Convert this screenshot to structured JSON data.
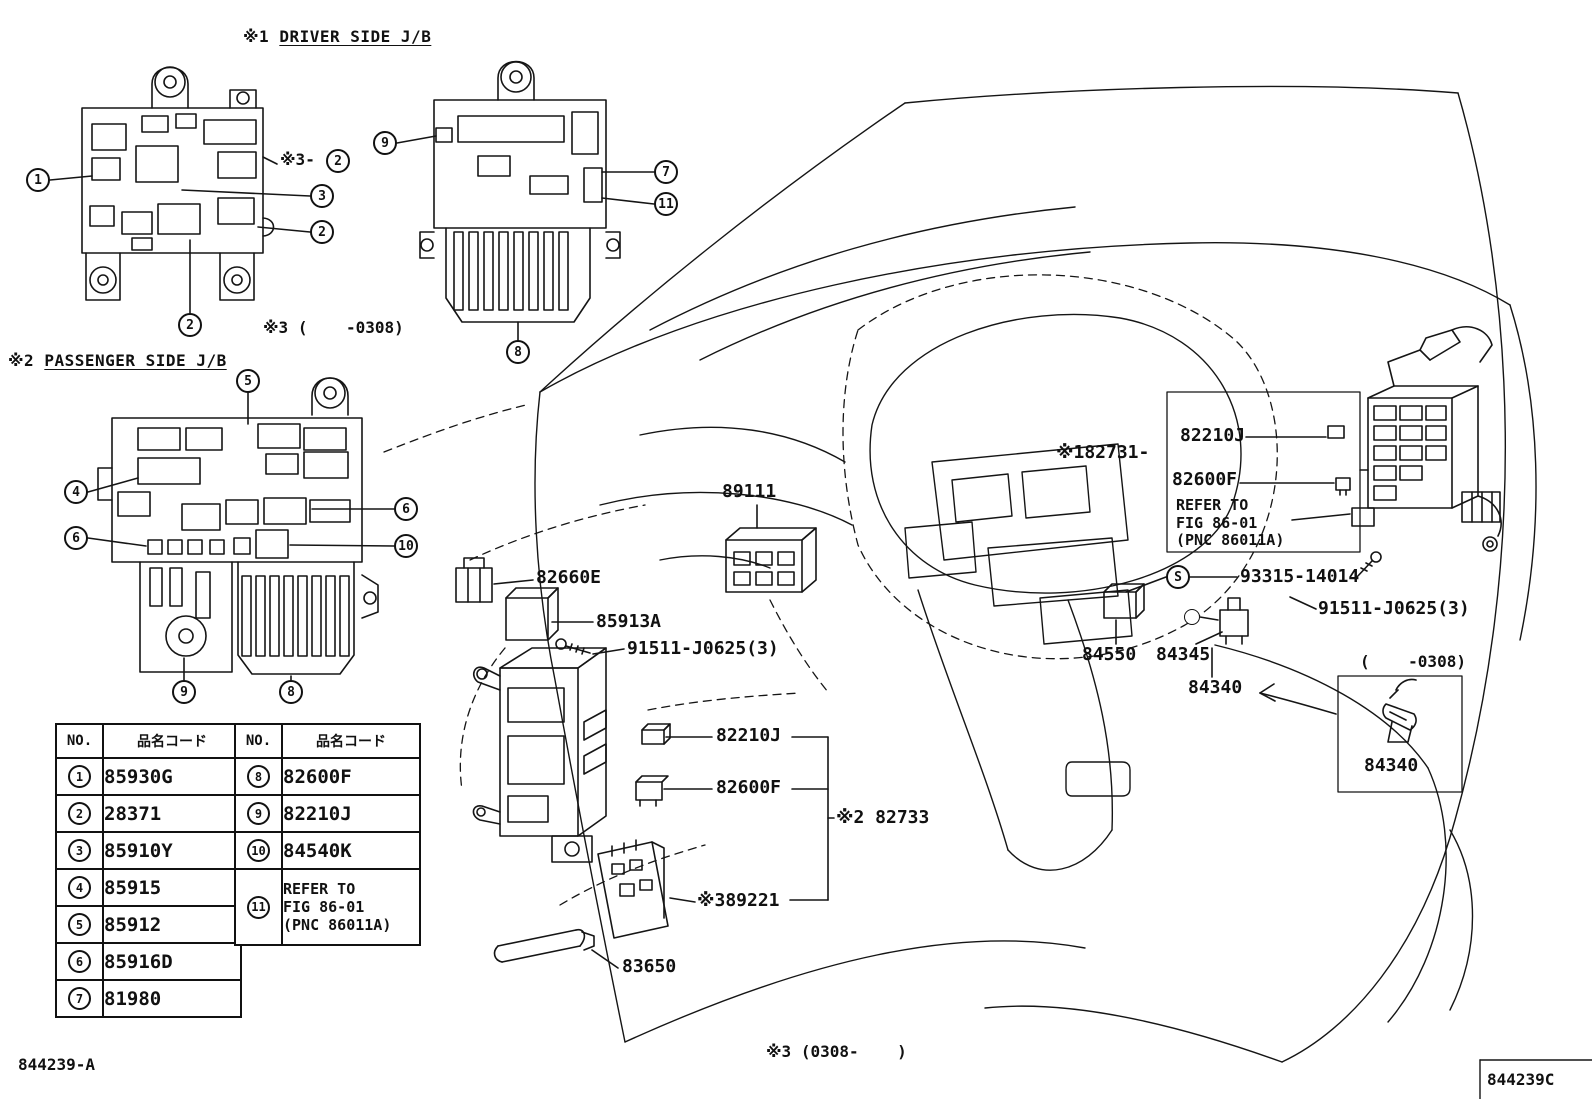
{
  "labels": {
    "driver_prefix": "※1 ",
    "driver_title": "DRIVER SIDE J/B",
    "passenger_prefix": "※2 ",
    "passenger_title": "PASSENGER SIDE J/B",
    "note3_mark": "※3-",
    "note3_early": "※3 (    -0308)",
    "note3_late": "※3 (0308-    )",
    "p89111": "89111",
    "p82660e": "82660E",
    "p85913a": "85913A",
    "screw_a": "91511-J0625(3)",
    "screw_b": "91511-J0625(3)",
    "p82210j": "82210J",
    "p82600f": "82600F",
    "p82733": "※2 82733",
    "p89221": "※389221",
    "p83650": "83650",
    "p82731": "※182731-",
    "box82210j": "82210J",
    "box82600f": "82600F",
    "box_refer": "REFER TO\nFIG 86-01\n(PNC 86011A)",
    "p93315": "93315-14014",
    "p84550": "84550",
    "p84345": "84345",
    "p84340_a": "84340",
    "p84340_b": "84340",
    "note_early_right": "(    -0308)",
    "doc_left": "844239-A",
    "doc_right": "844239C"
  },
  "callouts": {
    "n1": "1",
    "n2": "2",
    "n3": "3",
    "n4": "4",
    "n5": "5",
    "n6": "6",
    "n7": "7",
    "n8": "8",
    "n9": "9",
    "n10": "10",
    "n11": "11",
    "s": "S"
  },
  "table": {
    "header_no": "NO.",
    "header_name": "品名コード",
    "left": [
      {
        "no": "1",
        "code": "85930G"
      },
      {
        "no": "2",
        "code": "28371"
      },
      {
        "no": "3",
        "code": "85910Y"
      },
      {
        "no": "4",
        "code": "85915"
      },
      {
        "no": "5",
        "code": "85912"
      },
      {
        "no": "6",
        "code": "85916D"
      },
      {
        "no": "7",
        "code": "81980"
      }
    ],
    "right": [
      {
        "no": "8",
        "code": "82600F"
      },
      {
        "no": "9",
        "code": "82210J"
      },
      {
        "no": "10",
        "code": "84540K"
      },
      {
        "no": "11",
        "code": "REFER TO\nFIG 86-01\n(PNC 86011A)"
      }
    ]
  }
}
